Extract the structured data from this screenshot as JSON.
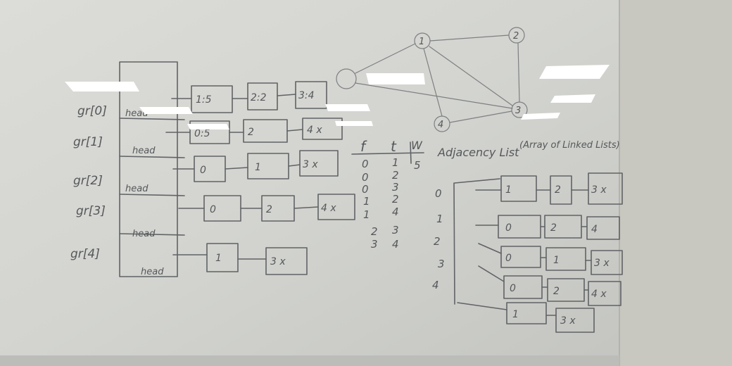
{
  "colors": {
    "board": "#d6d7d3",
    "ink": "#5a5d5f",
    "wall": "#c7c6bf"
  },
  "graph_nodes": [
    "1",
    "2",
    "4",
    "3"
  ],
  "arrays_of_lists": {
    "rows": [
      {
        "label": "gr[0]",
        "head": "head",
        "nodes": [
          "1:5",
          "2:2",
          "3:4"
        ]
      },
      {
        "label": "gr[1]",
        "head": "head",
        "nodes": [
          "0:5",
          "2",
          "4 x"
        ]
      },
      {
        "label": "gr[2]",
        "head": "head",
        "nodes": [
          "0",
          "1",
          "3 x"
        ]
      },
      {
        "label": "gr[3]",
        "head": "head",
        "nodes": [
          "0",
          "2",
          "4 x"
        ]
      },
      {
        "label": "gr[4]",
        "head": "head",
        "nodes": [
          "1",
          "3 x"
        ]
      }
    ]
  },
  "edge_table": {
    "headers": [
      "f",
      "t",
      "W"
    ],
    "rows": [
      [
        "0",
        "1",
        "5"
      ],
      [
        "0",
        "2",
        ""
      ],
      [
        "0",
        "3",
        ""
      ],
      [
        "1",
        "2",
        ""
      ],
      [
        "1",
        "4",
        ""
      ],
      [
        "2",
        "3",
        ""
      ],
      [
        "3",
        "4",
        ""
      ]
    ]
  },
  "adjacency": {
    "title": "Adjacency List",
    "subtitle": "(Array of Linked Lists)",
    "rows": [
      {
        "index": "0",
        "nodes": [
          "1",
          "2",
          "3 x"
        ]
      },
      {
        "index": "1",
        "nodes": [
          "0",
          "2",
          "4"
        ]
      },
      {
        "index": "2",
        "nodes": [
          "0",
          "1",
          "3 x"
        ]
      },
      {
        "index": "3",
        "nodes": [
          "0",
          "2",
          "4 x"
        ]
      },
      {
        "index": "4",
        "nodes": [
          "1",
          "3 x"
        ]
      }
    ]
  }
}
